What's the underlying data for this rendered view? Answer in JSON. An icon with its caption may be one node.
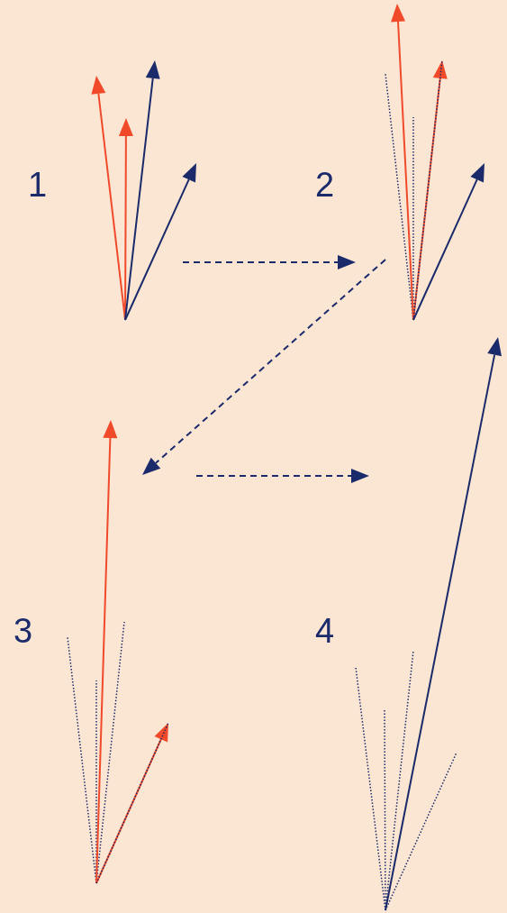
{
  "diagram": {
    "labels": [
      "1",
      "2",
      "3",
      "4"
    ]
  }
}
